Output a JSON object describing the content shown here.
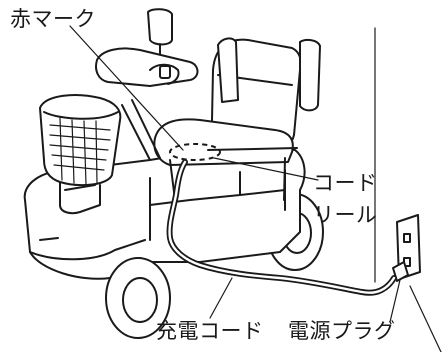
{
  "labels": {
    "red_mark": "赤マーク",
    "cord_reel_line1": "コード",
    "cord_reel_line2": "リール",
    "charging_cord": "充電コード",
    "power_plug": "電源プラグ"
  }
}
